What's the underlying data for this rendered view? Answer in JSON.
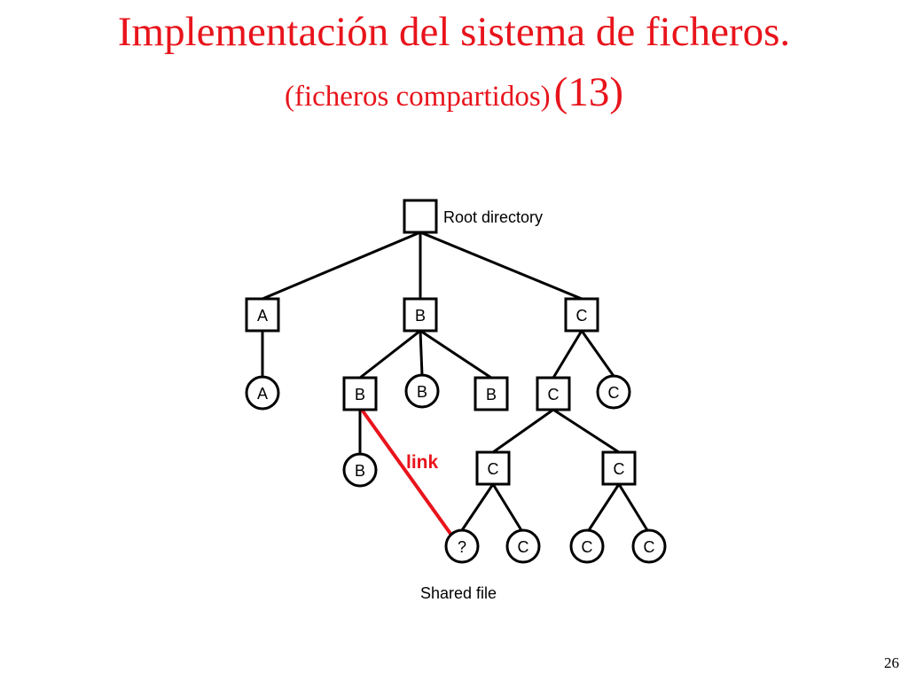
{
  "slide": {
    "title": "Implementación del sistema de ficheros.",
    "subtitle": "(ficheros compartidos)",
    "number_in_title": "(13)",
    "page_number": "26"
  },
  "diagram": {
    "root_caption": "Root directory",
    "shared_file_caption": "Shared file",
    "link_label": "link",
    "nodes": {
      "dir_a": "A",
      "dir_b": "B",
      "dir_c": "C",
      "file_a": "A",
      "subdir_b": "B",
      "file_b1": "B",
      "subdir_b2": "B",
      "subdir_c1": "C",
      "file_c1": "C",
      "file_b_under_subdir": "B",
      "subdir_c2": "C",
      "subdir_c3": "C",
      "shared_file": "?",
      "file_c2": "C",
      "file_c3": "C",
      "file_c4": "C"
    }
  },
  "colors": {
    "title": "#e8141c",
    "link": "#e8141c",
    "lines": "#000000"
  }
}
